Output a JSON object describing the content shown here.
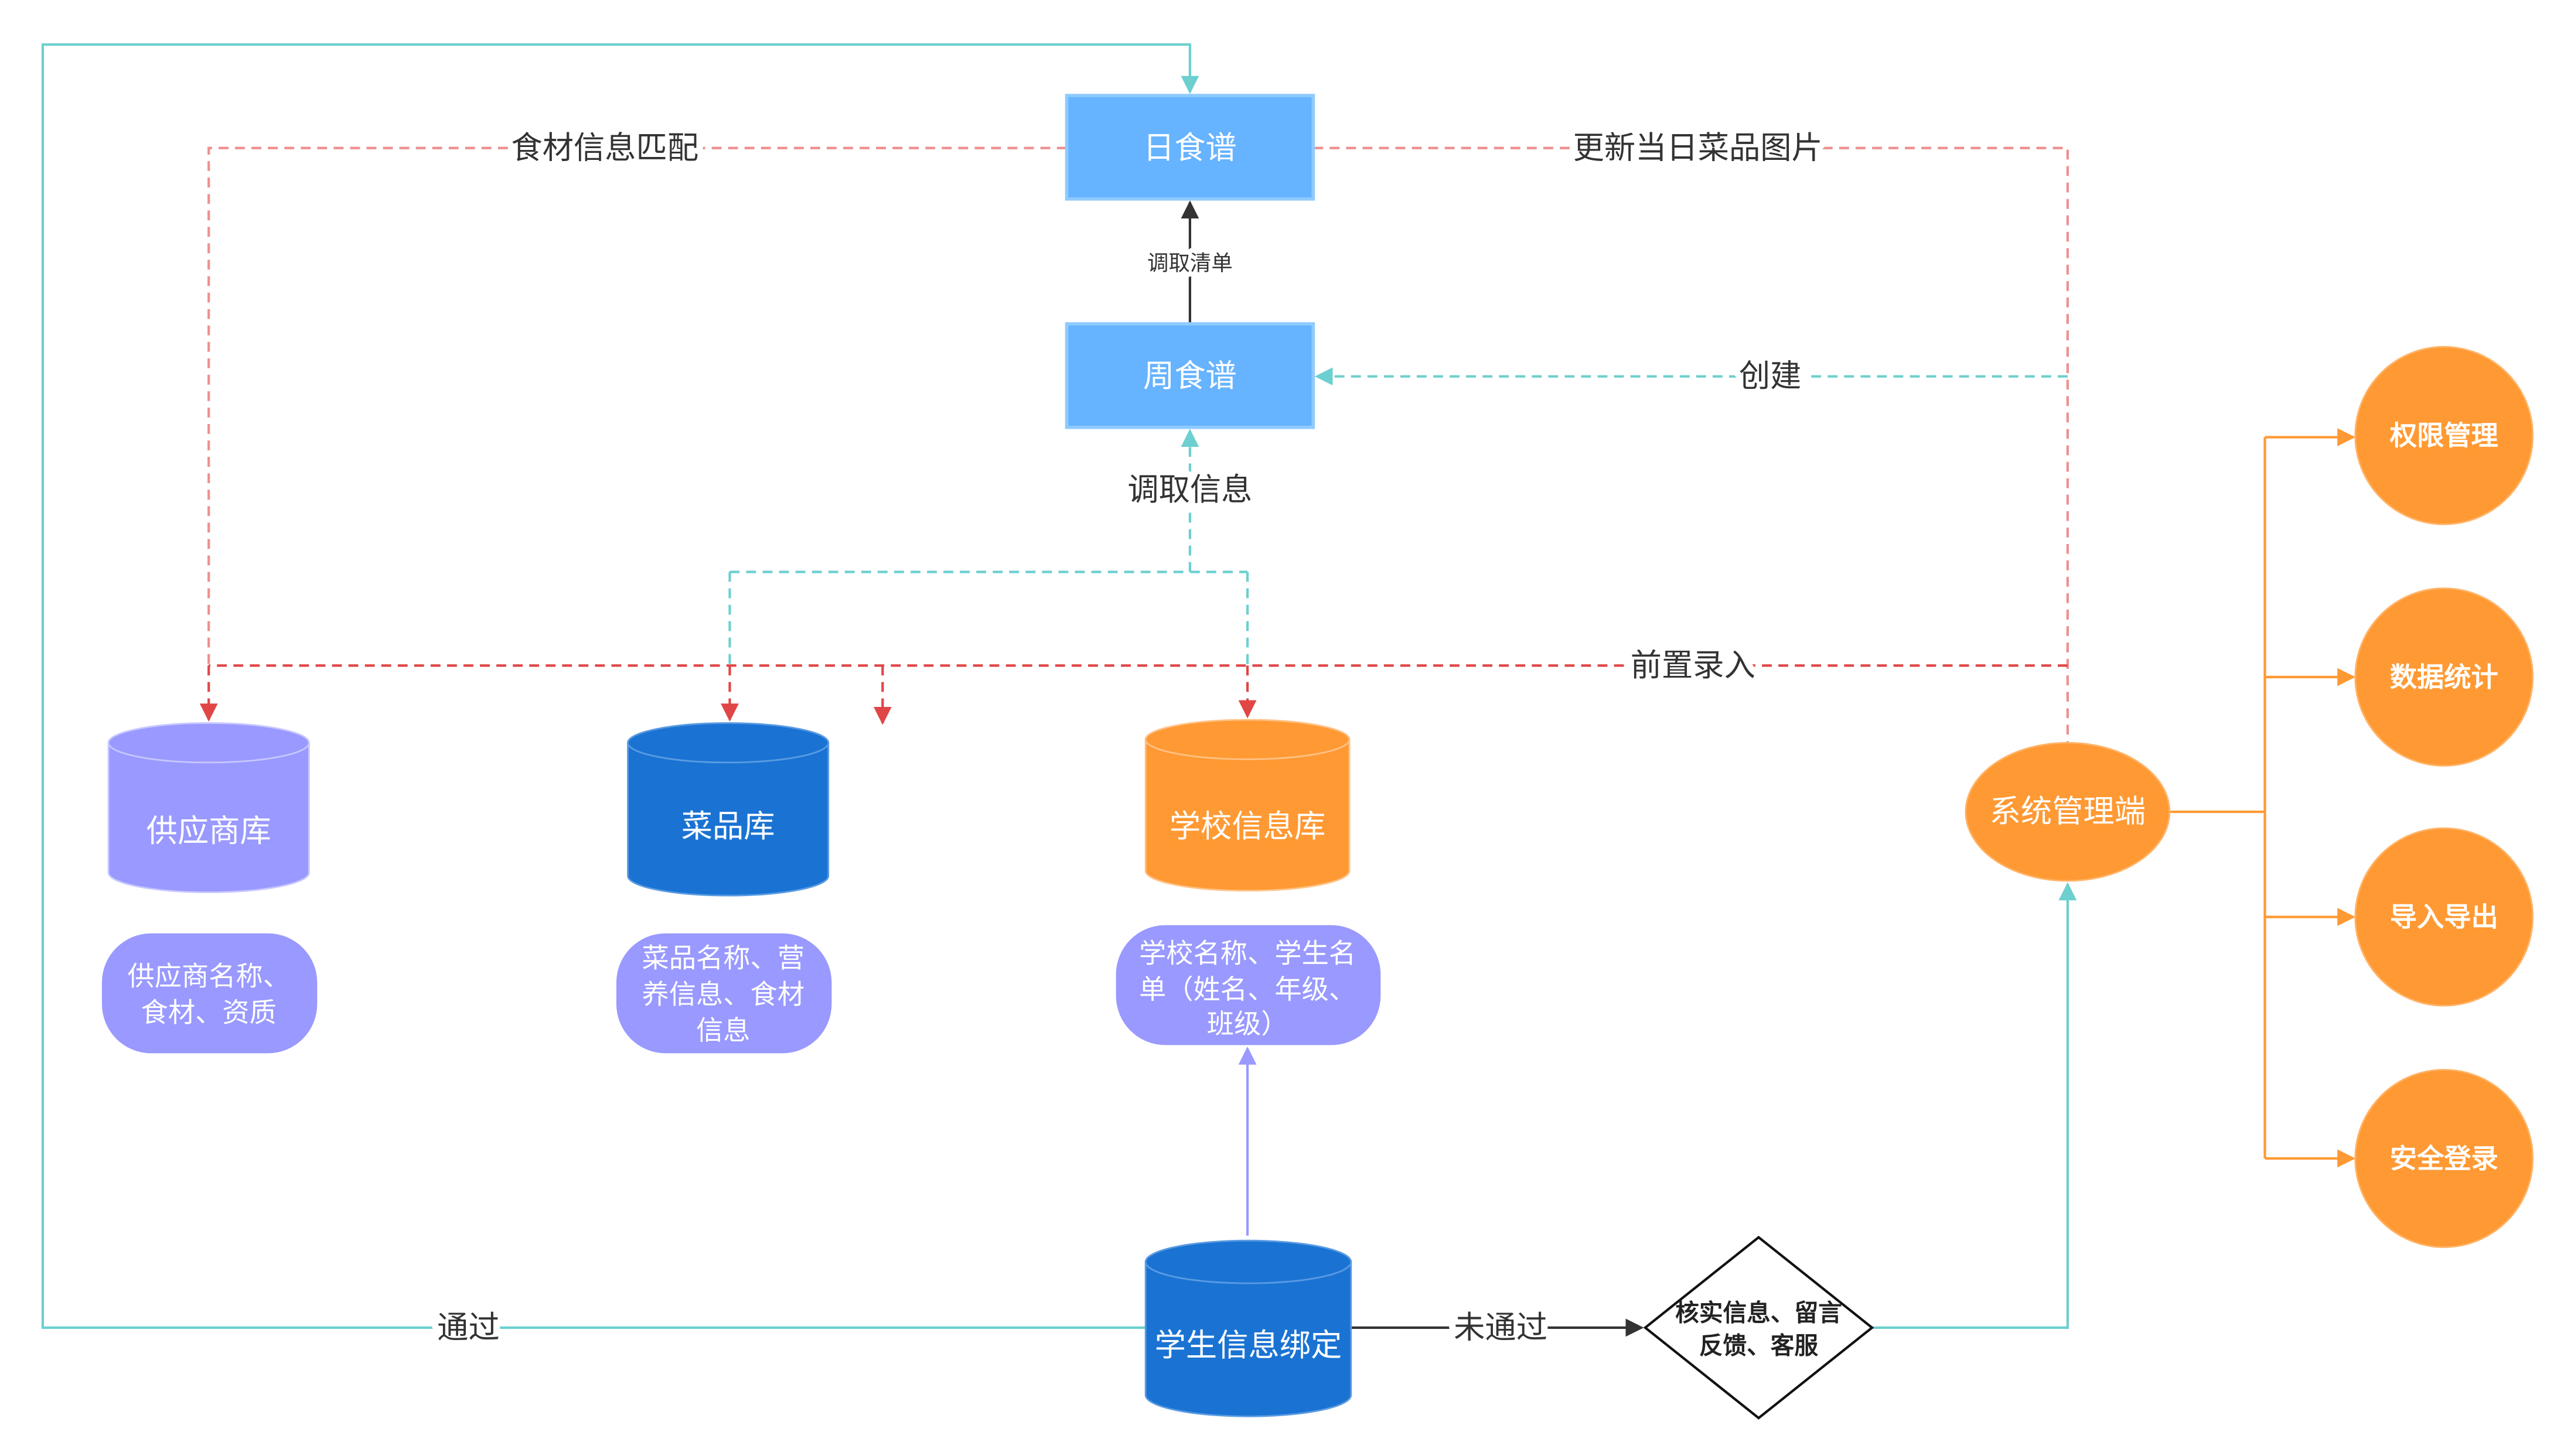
{
  "diagram": {
    "nodes": {
      "daily_menu": "日食谱",
      "weekly_menu": "周食谱",
      "supplier_db": "供应商库",
      "dish_db": "菜品库",
      "school_db": "学校信息库",
      "student_binding": "学生信息绑定",
      "system_admin": "系统管理端",
      "verify": [
        "核实信息、留言",
        "反馈、客服"
      ]
    },
    "notes": {
      "supplier": [
        "供应商名称、",
        "食材、资质"
      ],
      "dish": [
        "菜品名称、营",
        "养信息、食材",
        "信息"
      ],
      "school": [
        "学校名称、学生名",
        "单（姓名、年级、",
        "班级）"
      ]
    },
    "edge_labels": {
      "ingredient_match": "食材信息匹配",
      "update_photo": "更新当日菜品图片",
      "fetch_list": "调取清单",
      "create": "创建",
      "fetch_info": "调取信息",
      "pre_entry": "前置录入",
      "passed": "通过",
      "not_passed": "未通过"
    },
    "admin_functions": [
      "权限管理",
      "数据统计",
      "导入导出",
      "安全登录"
    ]
  },
  "colors": {
    "menu": "#66b3ff",
    "menu_border": "#8ecbff",
    "purple": "#9999ff",
    "blue": "#1a73d3",
    "orange": "#ff9933",
    "cyan": "#6dcfcf",
    "pink": "#ee8f8f",
    "red": "#e04646",
    "dark": "#333333"
  }
}
